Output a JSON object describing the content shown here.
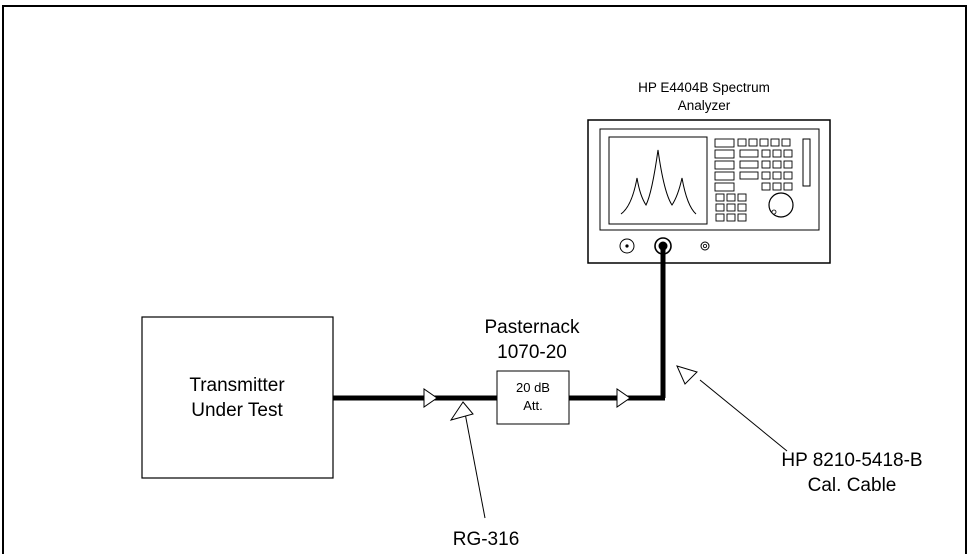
{
  "analyzer": {
    "label_line1": "HP E4404B Spectrum",
    "label_line2": "Analyzer"
  },
  "transmitter": {
    "label_line1": "Transmitter",
    "label_line2": "Under Test"
  },
  "attenuator": {
    "box_line1": "20 dB",
    "box_line2": "Att.",
    "label_line1": "Pasternack",
    "label_line2": "1070-20"
  },
  "cable_rg316": {
    "label": "RG-316"
  },
  "cal_cable": {
    "label_line1": "HP 8210-5418-B",
    "label_line2": "Cal. Cable"
  }
}
